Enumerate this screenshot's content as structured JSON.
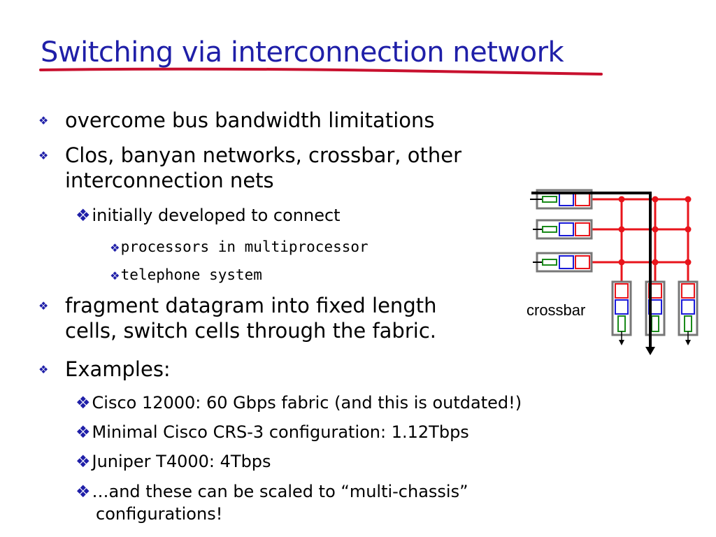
{
  "slide": {
    "title": "Switching via interconnection network",
    "accent_color": "#1f1fa8",
    "underline_color": "#c8102e"
  },
  "bullets": [
    {
      "level": 1,
      "marker": "❖",
      "lines": [
        "overcome  bus bandwidth limitations"
      ]
    },
    {
      "level": 1,
      "marker": "❖",
      "lines": [
        "Clos, banyan networks, crossbar, other",
        "interconnection nets"
      ]
    },
    {
      "level": 2,
      "marker": "❖",
      "lines": [
        "initially developed to connect"
      ]
    },
    {
      "level": 3,
      "marker": "❖",
      "lines": [
        "processors in multiprocessor"
      ]
    },
    {
      "level": 3,
      "marker": "❖",
      "lines": [
        "telephone system"
      ]
    },
    {
      "level": 1,
      "marker": "❖",
      "lines": [
        "fragment datagram into fixed length",
        "cells, switch cells through the fabric."
      ]
    },
    {
      "level": 1,
      "marker": "❖",
      "lines": [
        "Examples:"
      ]
    },
    {
      "level": 2,
      "marker": "❖",
      "lines": [
        "Cisco 12000: 60 Gbps fabric (and this is outdated!)"
      ]
    },
    {
      "level": 2,
      "marker": "❖",
      "lines": [
        "Minimal Cisco CRS-3 configuration: 1.12Tbps"
      ]
    },
    {
      "level": 2,
      "marker": "❖",
      "lines": [
        "Juniper T4000: 4Tbps"
      ]
    },
    {
      "level": 2,
      "marker": "❖",
      "lines": [
        "…and these can be scaled to “multi-chassis”",
        "configurations!"
      ]
    }
  ],
  "diagram": {
    "label": "crossbar",
    "colors": {
      "grid": "#e8141b",
      "path": "#000000",
      "cell_red": "#e8141b",
      "cell_blue": "#1a1ad8",
      "cell_green": "#1a8a1a",
      "port": "#777777"
    }
  }
}
